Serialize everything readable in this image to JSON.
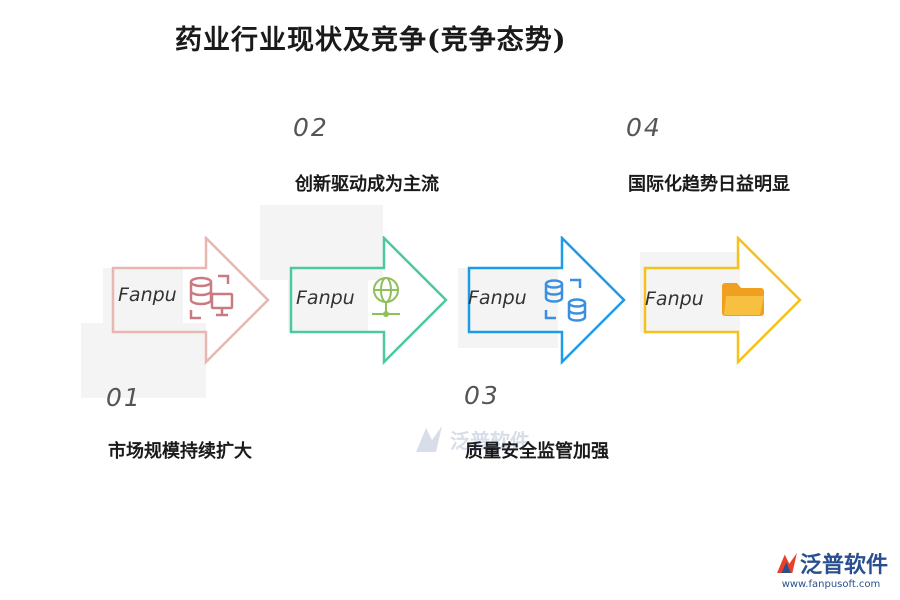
{
  "title": "药业行业现状及竞争(竞争态势)",
  "steps": [
    {
      "num": "01",
      "label": "市场规模持续扩大",
      "badge": "Fanpu",
      "color": "#e8b7b0",
      "icon": "database-monitor-icon"
    },
    {
      "num": "02",
      "label": "创新驱动成为主流",
      "badge": "Fanpu",
      "color": "#4cc9a0",
      "icon": "globe-network-icon"
    },
    {
      "num": "03",
      "label": "质量安全监管加强",
      "badge": "Fanpu",
      "color": "#1e9be8",
      "icon": "database-sync-icon"
    },
    {
      "num": "04",
      "label": "国际化趋势日益明显",
      "badge": "Fanpu",
      "color": "#f5c11a",
      "icon": "folder-icon"
    }
  ],
  "watermark": {
    "text": "泛普软件"
  },
  "brand": {
    "name": "泛普软件",
    "url": "www.fanpusoft.com"
  }
}
